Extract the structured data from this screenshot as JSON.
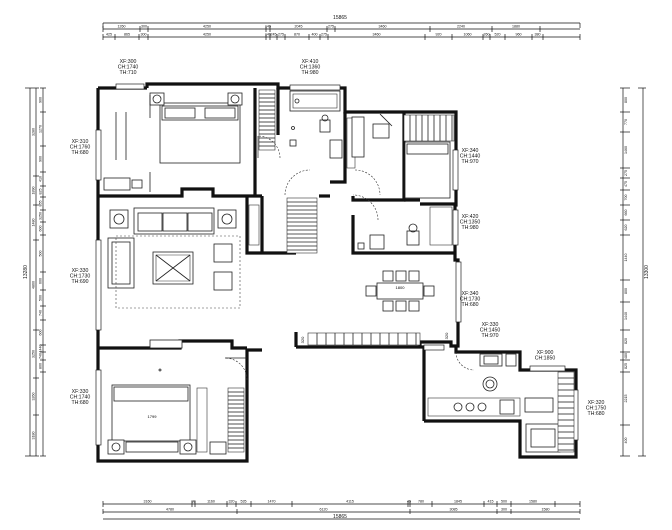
{
  "dimensions": {
    "top_total": "15865",
    "top_row1": [
      "1260",
      "300",
      "4250",
      "145",
      "2045",
      "275",
      "3460",
      "2240",
      "1880"
    ],
    "top_row2": [
      "425",
      "865",
      "300",
      "4250",
      "145",
      "245",
      "275",
      "870",
      "400",
      "275",
      "3460",
      "920",
      "1060",
      "260",
      "520",
      "960",
      "380"
    ],
    "bottom_row1": [
      "3160",
      "98",
      "1160",
      "320",
      "535",
      "1470",
      "4115",
      "45",
      "780",
      "1845",
      "415",
      "500",
      "1580"
    ],
    "bottom_row2": [
      "4780",
      "6120",
      "3085",
      "300",
      "1580"
    ],
    "bottom_total": "15865",
    "left_total": "13280",
    "left_group1": [
      "3280",
      "1890",
      "1480"
    ],
    "left_group2": [
      "4860",
      "3250"
    ],
    "left_group3": [
      "3260",
      "3180"
    ],
    "left_detail": [
      "900",
      "1270",
      "900",
      "410",
      "825",
      "855",
      "3250",
      "600",
      "500",
      "600",
      "500",
      "740",
      "600",
      "1440",
      "740",
      "800"
    ],
    "right_total": "13300",
    "right_detail": [
      "800",
      "770",
      "1460",
      "275",
      "475",
      "700",
      "660",
      "620",
      "1440",
      "800",
      "1440",
      "820",
      "480",
      "825",
      "2215",
      "400"
    ]
  },
  "window_labels": [
    {
      "id": "w-top-left",
      "lines": [
        "XF:300",
        "CH:1740",
        "TH:710"
      ]
    },
    {
      "id": "w-top-bath",
      "lines": [
        "XF:410",
        "CH:1360",
        "TH:980"
      ]
    },
    {
      "id": "w-left-1",
      "lines": [
        "XF:310",
        "CH:1760",
        "TH:680"
      ]
    },
    {
      "id": "w-right-bed",
      "lines": [
        "XF:340",
        "CH:1440",
        "TH:970"
      ]
    },
    {
      "id": "w-right-bath",
      "lines": [
        "XF:420",
        "CH:1350",
        "TH:980"
      ]
    },
    {
      "id": "w-left-living",
      "lines": [
        "XF:330",
        "CH:1730",
        "TH:690"
      ]
    },
    {
      "id": "w-right-dining",
      "lines": [
        "XF:340",
        "CH:1730",
        "TH:680"
      ]
    },
    {
      "id": "w-right-kitchen",
      "lines": [
        "XF:330",
        "CH:1450",
        "TH:970"
      ]
    },
    {
      "id": "w-balcony-top",
      "lines": [
        "XF:900",
        "CH:1850"
      ]
    },
    {
      "id": "w-left-bed2",
      "lines": [
        "XF:330",
        "CH:1740",
        "TH:680"
      ]
    },
    {
      "id": "w-balcony-right",
      "lines": [
        "XF:320",
        "CH:1750",
        "TH:680"
      ]
    }
  ],
  "furniture_labels": {
    "bed_width": "1799",
    "dining_table": "1800",
    "cabinet_left": "320",
    "cabinet_right": "320"
  }
}
